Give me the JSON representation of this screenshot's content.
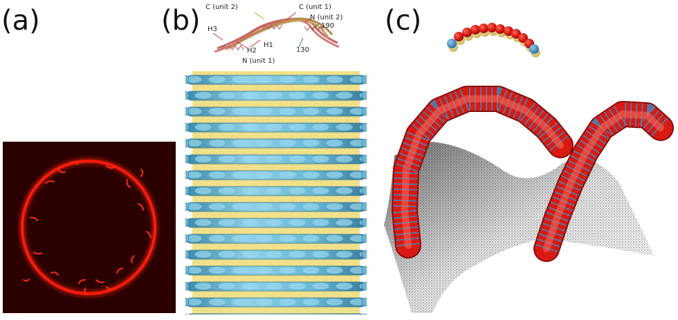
{
  "panels": {
    "a": {
      "label": "(a)",
      "colors": {
        "background": "#2a0000",
        "ring": "#ff1a0a"
      }
    },
    "b": {
      "label": "(b)",
      "annotations": {
        "c_unit2": "C (unit 2)",
        "c_unit1": "C (unit 1)",
        "n_unit2": "N (unit 2)",
        "h3": "H3",
        "h2": "H2",
        "h1": "H1",
        "n_unit1": "N (unit 1)",
        "r190": "190",
        "r130": "130"
      },
      "colors": {
        "tube": "#6ab8d6",
        "core": "#f0e08a"
      }
    },
    "c": {
      "label": "(c)",
      "colors": {
        "bead": "#d81a12",
        "end_bead": "#3a8fc4",
        "membrane": "#9a9a9a"
      }
    }
  }
}
